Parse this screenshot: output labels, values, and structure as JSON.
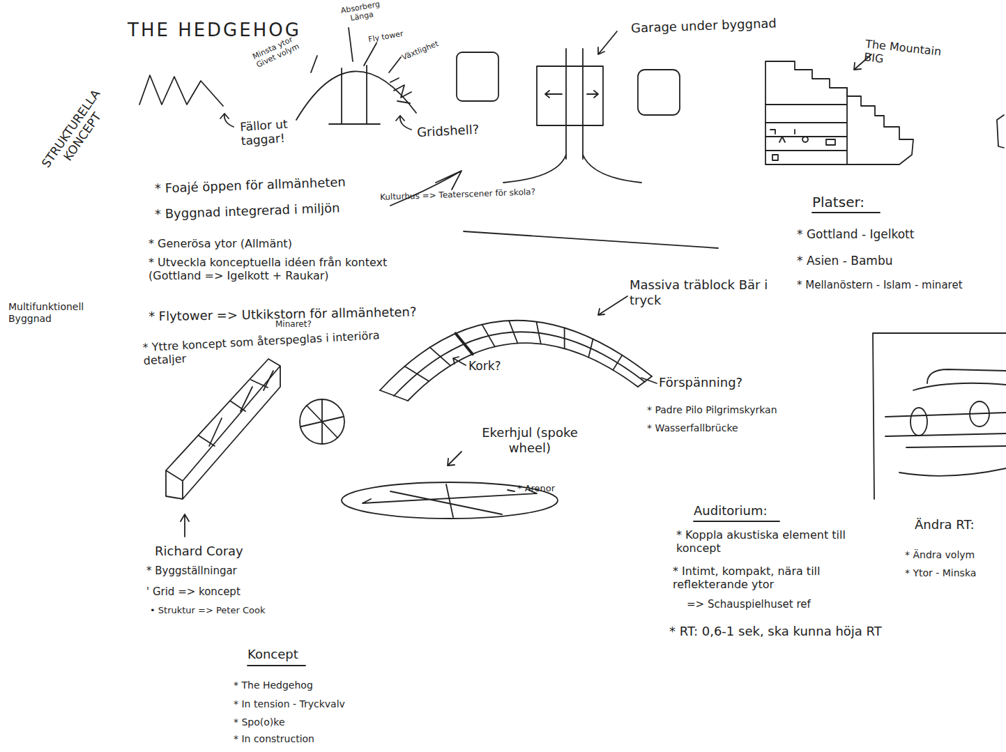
{
  "diagram": {
    "title": "THE HEDGEHOG",
    "labels": [
      "STRUKTURELLA KONCEPT",
      "Minsta ytor Givet volym",
      "Absorberg Länga",
      "Fly tower",
      "Växtlighet",
      "Fällor ut taggar!",
      "Gridshell?",
      "Garage under byggnad",
      "The Mountain BIG",
      "* Foajé öppen för allmänheten",
      "Kulturhus => Teaterscener för skola?",
      "* Byggnad integrerad i miljön",
      "* Generösa ytor (Allmänt)",
      "* Utveckla konceptuella idéen från kontext (Gottland => Igelkott + Raukar)",
      "Multifunktionell Byggnad",
      "* Flytower => Utkikstorn för allmänheten?",
      "Minaret?",
      "* Yttre koncept som återspeglas i interiöra detaljer",
      "Massiva träblock Bär i tryck",
      "Kork?",
      "Förspänning?",
      "* Padre Pilo Pilgrimskyrkan",
      "* Wasserfallbrücke",
      "Ekerhjul (spoke wheel)",
      "* Arenor",
      "Platser:",
      "* Gottland - Igelkott",
      "* Asien - Bambu",
      "* Mellanöstern - Islam - minaret",
      "Richard Coray",
      "* Byggställningar",
      "' Grid => koncept",
      "• Struktur => Peter Cook",
      "Auditorium:",
      "* Koppla akustiska element till koncept",
      "* Intimt, kompakt, nära till reflekterande ytor",
      "=> Schauspielhuset ref",
      "* RT: 0,6-1 sek, ska kunna höja RT",
      "Ändra RT:",
      "* Ändra volym",
      "* Ytor - Minska",
      "Koncept",
      "* The Hedgehog",
      "* In tension - Tryckvalv",
      "* Spo(o)ke",
      "* In construction"
    ]
  }
}
